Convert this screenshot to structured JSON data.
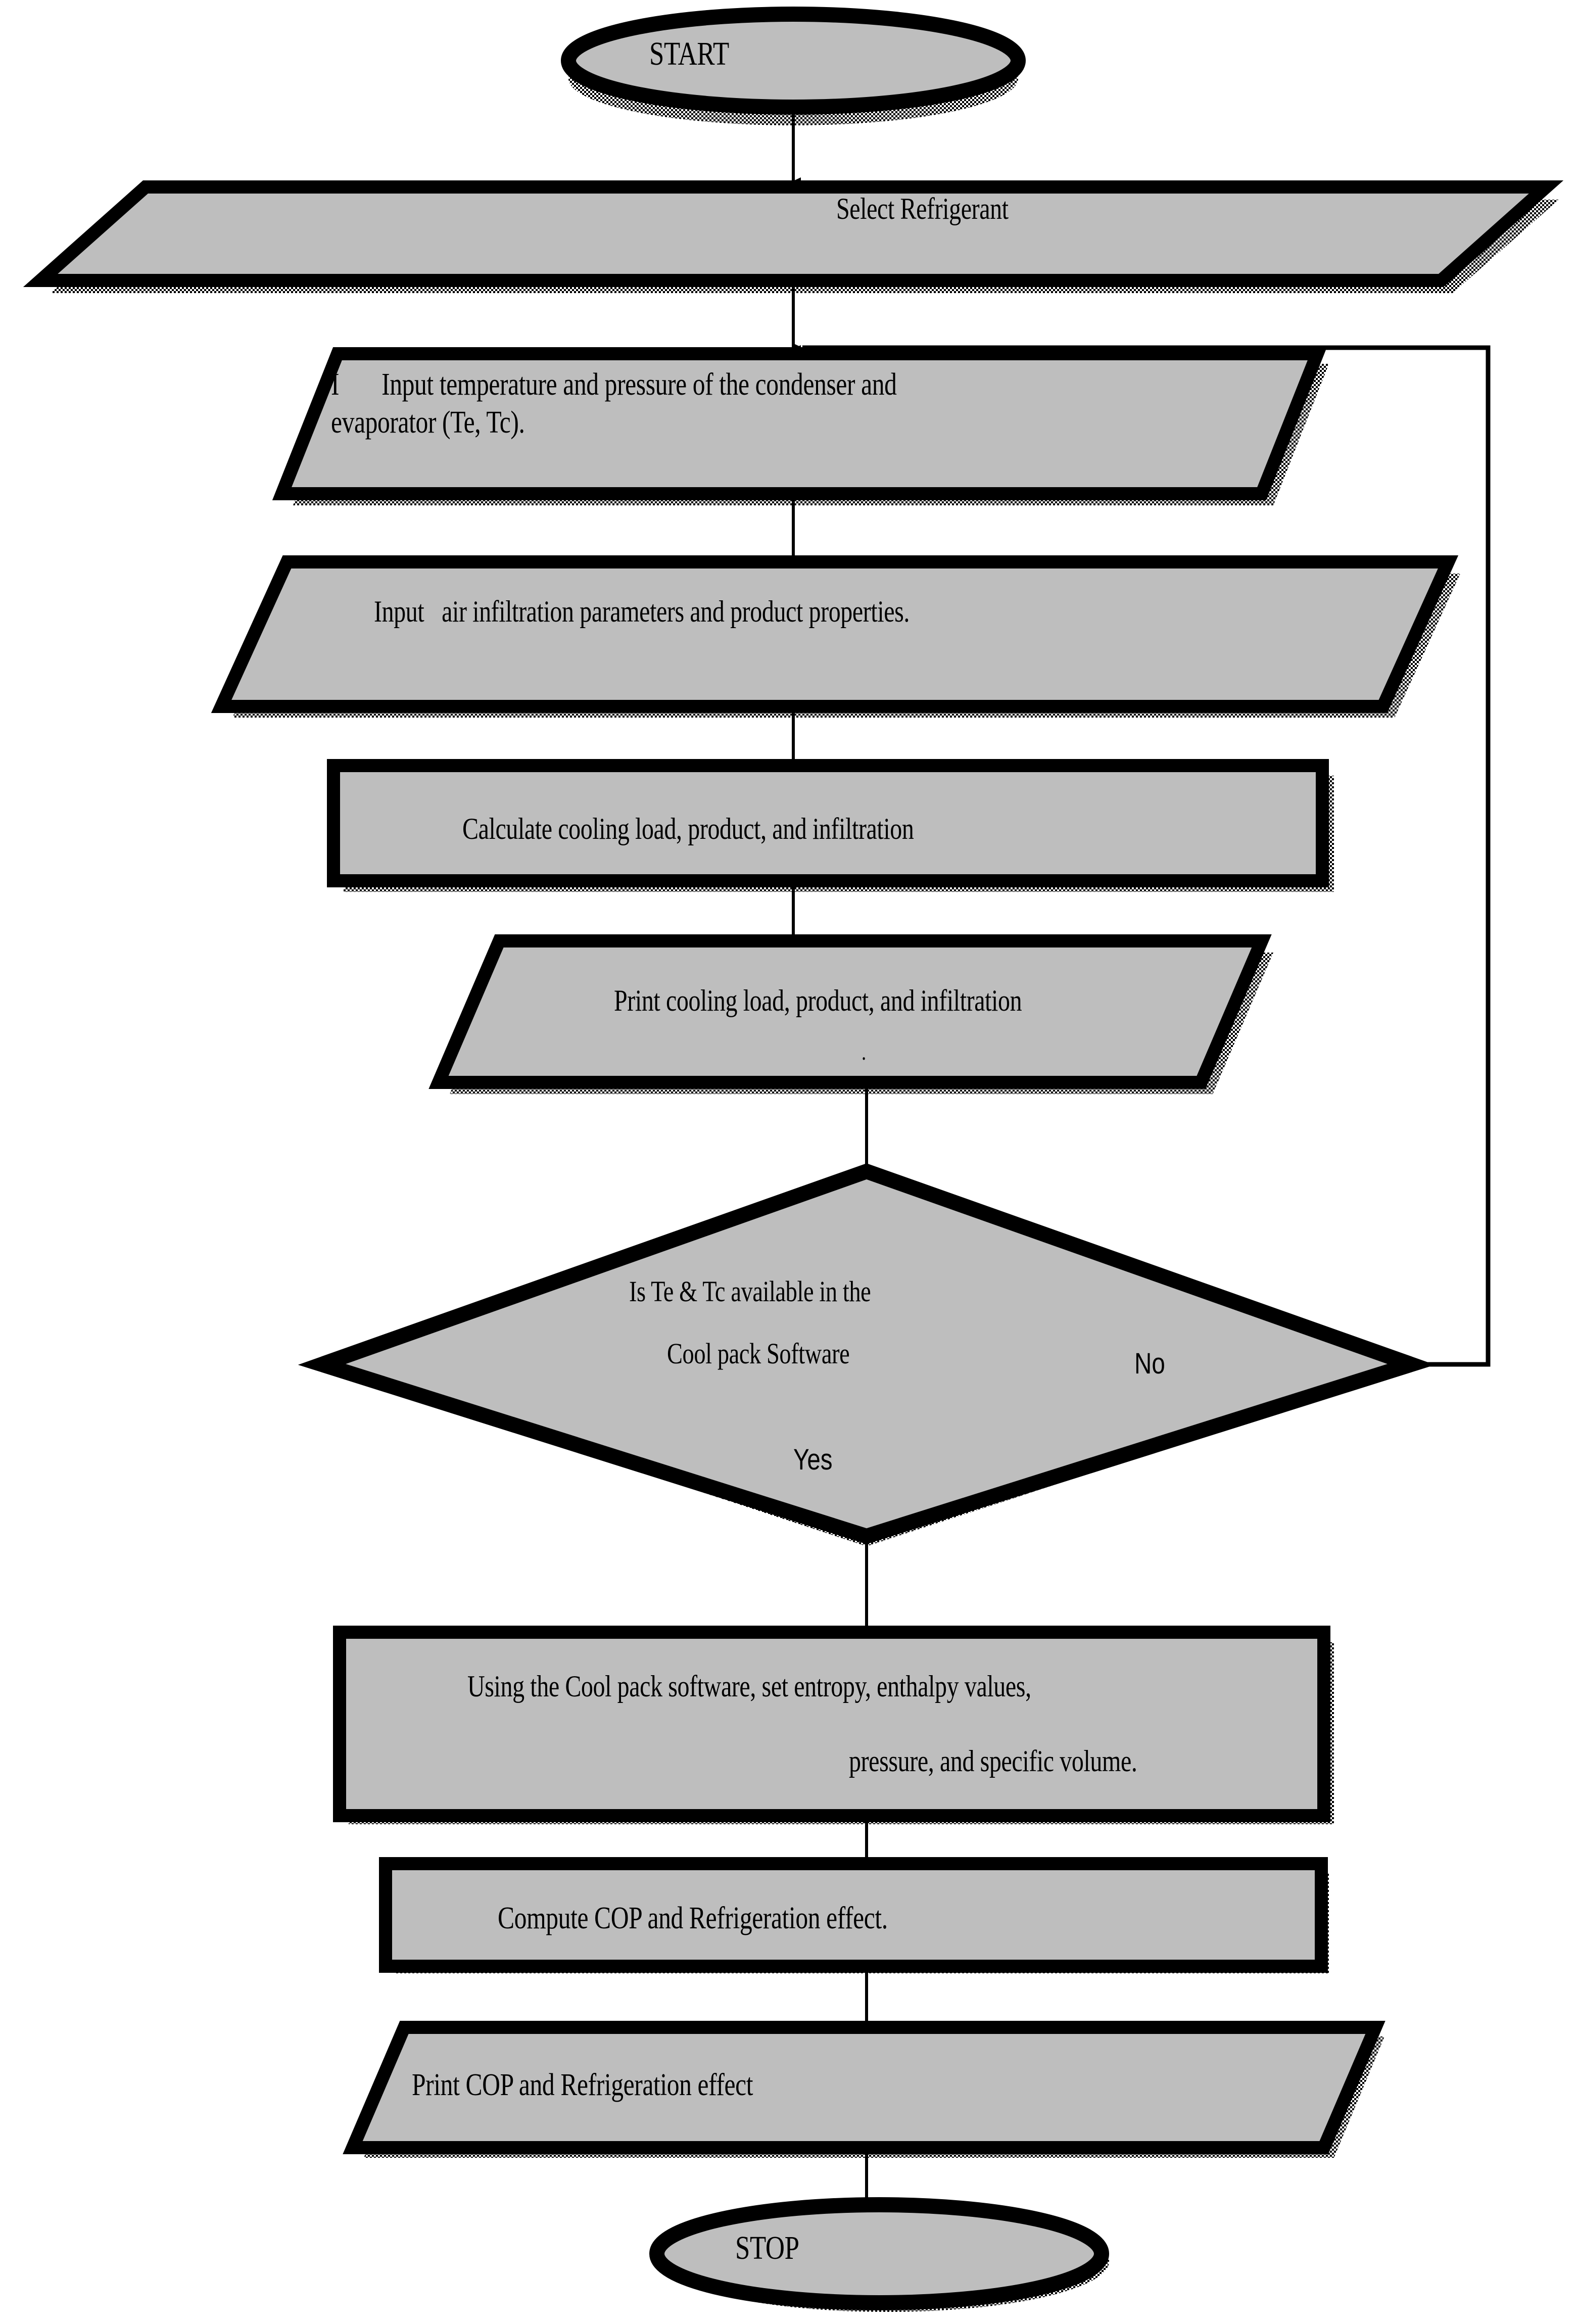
{
  "diagram": {
    "type": "flowchart",
    "title": "Refrigeration system analysis flowchart",
    "colors": {
      "shape_fill": "#bebebe",
      "shape_stroke": "#000000",
      "shadow": "#000000",
      "connector": "#000000",
      "background": "#ffffff"
    },
    "nodes": [
      {
        "id": "start",
        "shape": "terminator-oval",
        "label": "START"
      },
      {
        "id": "select-refrigerant",
        "shape": "parallelogram-input",
        "label": "Select Refrigerant"
      },
      {
        "id": "input-temp-pressure",
        "shape": "parallelogram-input",
        "label_line1": "I       Input temperature and pressure of the condenser and",
        "label_line2": "evaporator (Te, Tc)."
      },
      {
        "id": "input-infiltration",
        "shape": "parallelogram-input",
        "label": "Input   air infiltration parameters and product properties."
      },
      {
        "id": "calculate-cooling-load",
        "shape": "rectangle-process",
        "label": "Calculate cooling load, product, and infiltration"
      },
      {
        "id": "print-cooling-load",
        "shape": "parallelogram-output",
        "label": "Print cooling load, product, and infiltration",
        "sublabel": "."
      },
      {
        "id": "decision-te-tc",
        "shape": "diamond-decision",
        "label_line1": "Is Te & Tc available in the",
        "label_line2": "Cool pack Software",
        "branch_yes": "Yes",
        "branch_no": "No"
      },
      {
        "id": "set-properties",
        "shape": "rectangle-process",
        "label_line1": "Using the Cool pack software, set entropy, enthalpy values,",
        "label_line2": "pressure, and specific volume."
      },
      {
        "id": "compute-cop",
        "shape": "rectangle-process",
        "label": "Compute COP and Refrigeration effect."
      },
      {
        "id": "print-cop",
        "shape": "parallelogram-output",
        "label": "Print COP and Refrigeration effect"
      },
      {
        "id": "stop",
        "shape": "terminator-oval",
        "label": "STOP"
      }
    ],
    "edges": [
      {
        "from": "start",
        "to": "select-refrigerant",
        "label": ""
      },
      {
        "from": "select-refrigerant",
        "to": "input-temp-pressure",
        "label": ""
      },
      {
        "from": "input-temp-pressure",
        "to": "input-infiltration",
        "label": ""
      },
      {
        "from": "input-infiltration",
        "to": "calculate-cooling-load",
        "label": ""
      },
      {
        "from": "calculate-cooling-load",
        "to": "print-cooling-load",
        "label": ""
      },
      {
        "from": "print-cooling-load",
        "to": "decision-te-tc",
        "label": ""
      },
      {
        "from": "decision-te-tc",
        "to": "set-properties",
        "label": "Yes"
      },
      {
        "from": "decision-te-tc",
        "to": "input-temp-pressure",
        "label": "No"
      },
      {
        "from": "set-properties",
        "to": "compute-cop",
        "label": ""
      },
      {
        "from": "compute-cop",
        "to": "print-cop",
        "label": ""
      },
      {
        "from": "print-cop",
        "to": "stop",
        "label": ""
      }
    ]
  }
}
